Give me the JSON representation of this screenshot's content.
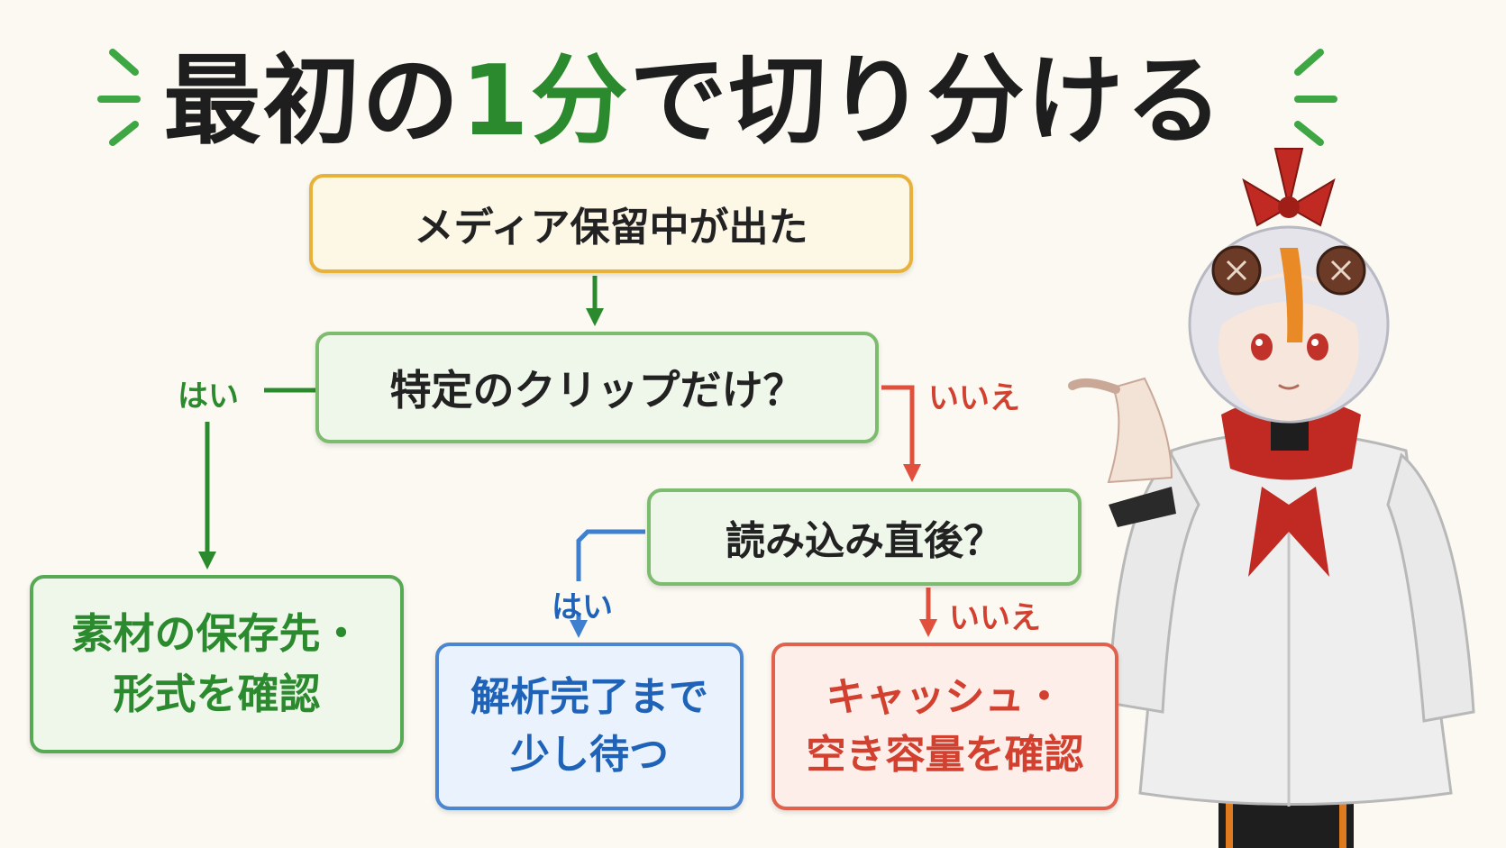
{
  "title": {
    "part1": "最初の",
    "highlight": "1分",
    "part2": "で切り分ける"
  },
  "nodes": {
    "start": "メディア保留中が出た",
    "q1": "特定のクリップだけ？",
    "q2": "読み込み直後？",
    "result_green": "素材の保存先・\n形式を確認",
    "result_blue": "解析完了まで\n少し待つ",
    "result_red": "キャッシュ・\n空き容量を確認"
  },
  "labels": {
    "q1_yes": "はい",
    "q1_no": "いいえ",
    "q2_yes": "はい",
    "q2_no": "いいえ"
  },
  "colors": {
    "green": "#2c8a2e",
    "red": "#d2402f",
    "blue": "#1f63b9",
    "yellow": "#e8b23a"
  }
}
